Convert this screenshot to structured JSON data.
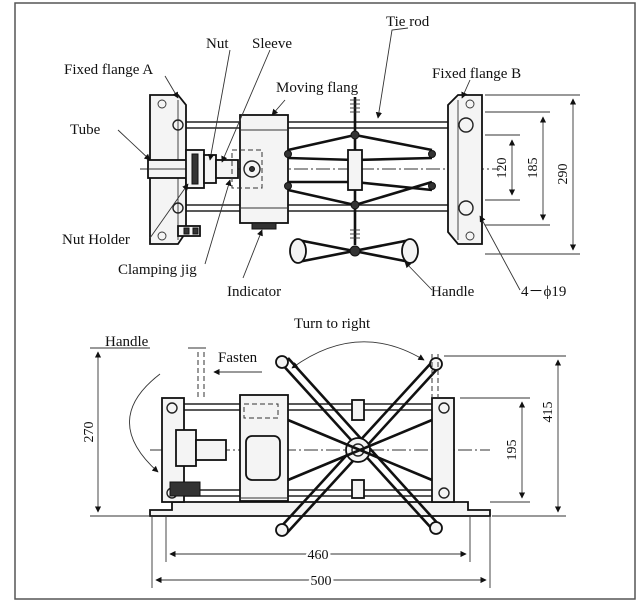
{
  "labels": {
    "tie_rod": "Tie rod",
    "nut": "Nut",
    "sleeve": "Sleeve",
    "fixed_flange_a": "Fixed flange A",
    "moving_flang": "Moving flang",
    "fixed_flange_b": "Fixed flange B",
    "tube": "Tube",
    "nut_holder": "Nut Holder",
    "clamping_jig": "Clamping jig",
    "indicator": "Indicator",
    "handle_top": "Handle",
    "bolt_holes": "4－ϕ19",
    "turn_to_right": "Turn to right",
    "handle_front": "Handle",
    "fasten": "Fasten"
  },
  "dimensions": {
    "d120": "120",
    "d185": "185",
    "d290": "290",
    "d270": "270",
    "d195": "195",
    "d415": "415",
    "d460": "460",
    "d500": "500"
  }
}
